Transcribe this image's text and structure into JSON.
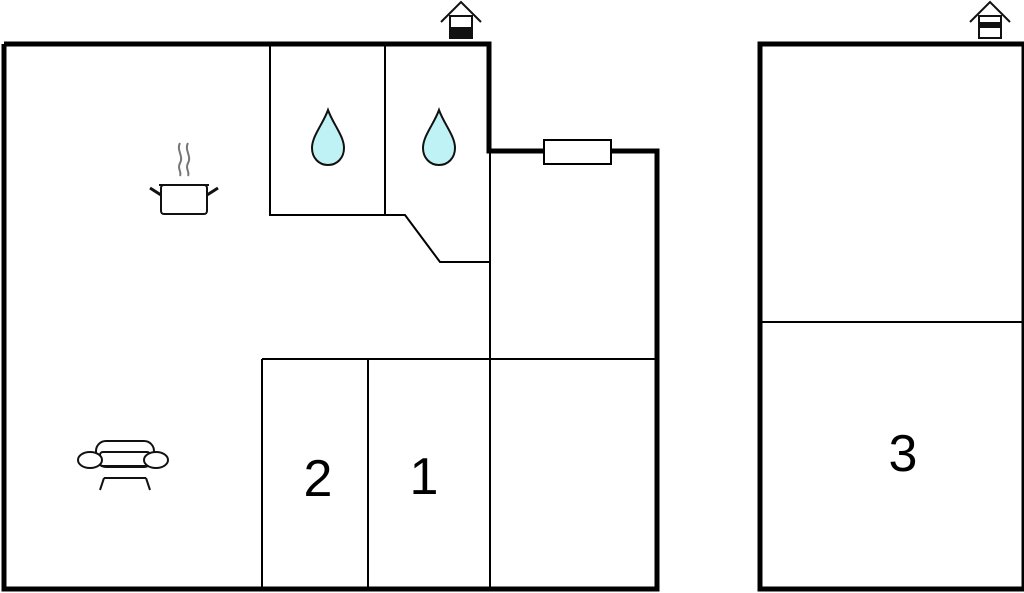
{
  "colors": {
    "background": "#ffffff",
    "wall": "#000000",
    "water_drop_fill": "#bff2f5",
    "water_drop_stroke": "#111111",
    "icon_stroke": "#111111",
    "steam": "#777777"
  },
  "rooms": {
    "room_1": {
      "label": "1"
    },
    "room_2": {
      "label": "2"
    },
    "room_3": {
      "label": "3"
    }
  },
  "icons": {
    "kitchen": "cooking-pot-icon",
    "living": "sofa-icon",
    "bathroom_a": "water-drop-icon",
    "bathroom_b": "water-drop-icon",
    "entrance_main": "house-entrance-icon",
    "entrance_annex": "house-entrance-icon"
  }
}
